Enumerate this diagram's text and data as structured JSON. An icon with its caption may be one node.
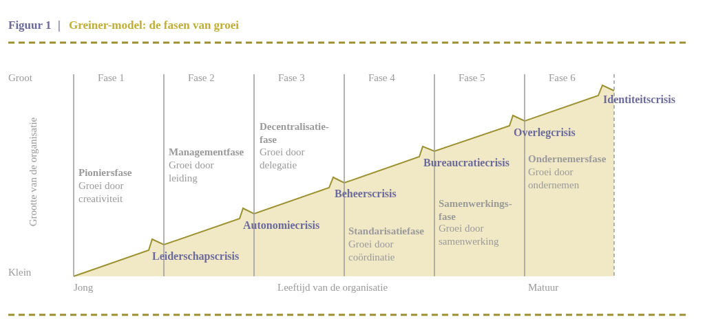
{
  "diagram": {
    "title": "Greiner-model: de fasen van groei",
    "labels": [
      "Figuur 1",
      "|",
      "Groot",
      "Fase 1",
      "Fase 2",
      "Fase 3",
      "Fase 4",
      "Fase 5",
      "Fase 6",
      "Decentralisatie-fase",
      "Groei door delegatie",
      "Identiteitscrisis",
      "Managementfase",
      "Groei door leiding",
      "Ondernemersfase",
      "Groei door ondernemen",
      "Pioniersfase",
      "Groei door creativiteit",
      "Bureaucratiecrisis",
      "Overlegcrisis",
      "Grootte van de organisatie",
      "Beheerscrisis",
      "Samenwerkings-fase",
      "Groei door samenwerking",
      "Autonomiecrisis",
      "Standarisatiefase",
      "Groei door coördinatie",
      "Leiderschapscrisis",
      "Klein",
      "Jong",
      "Leeftijd van de organisatie",
      "Matuur"
    ]
  }
}
